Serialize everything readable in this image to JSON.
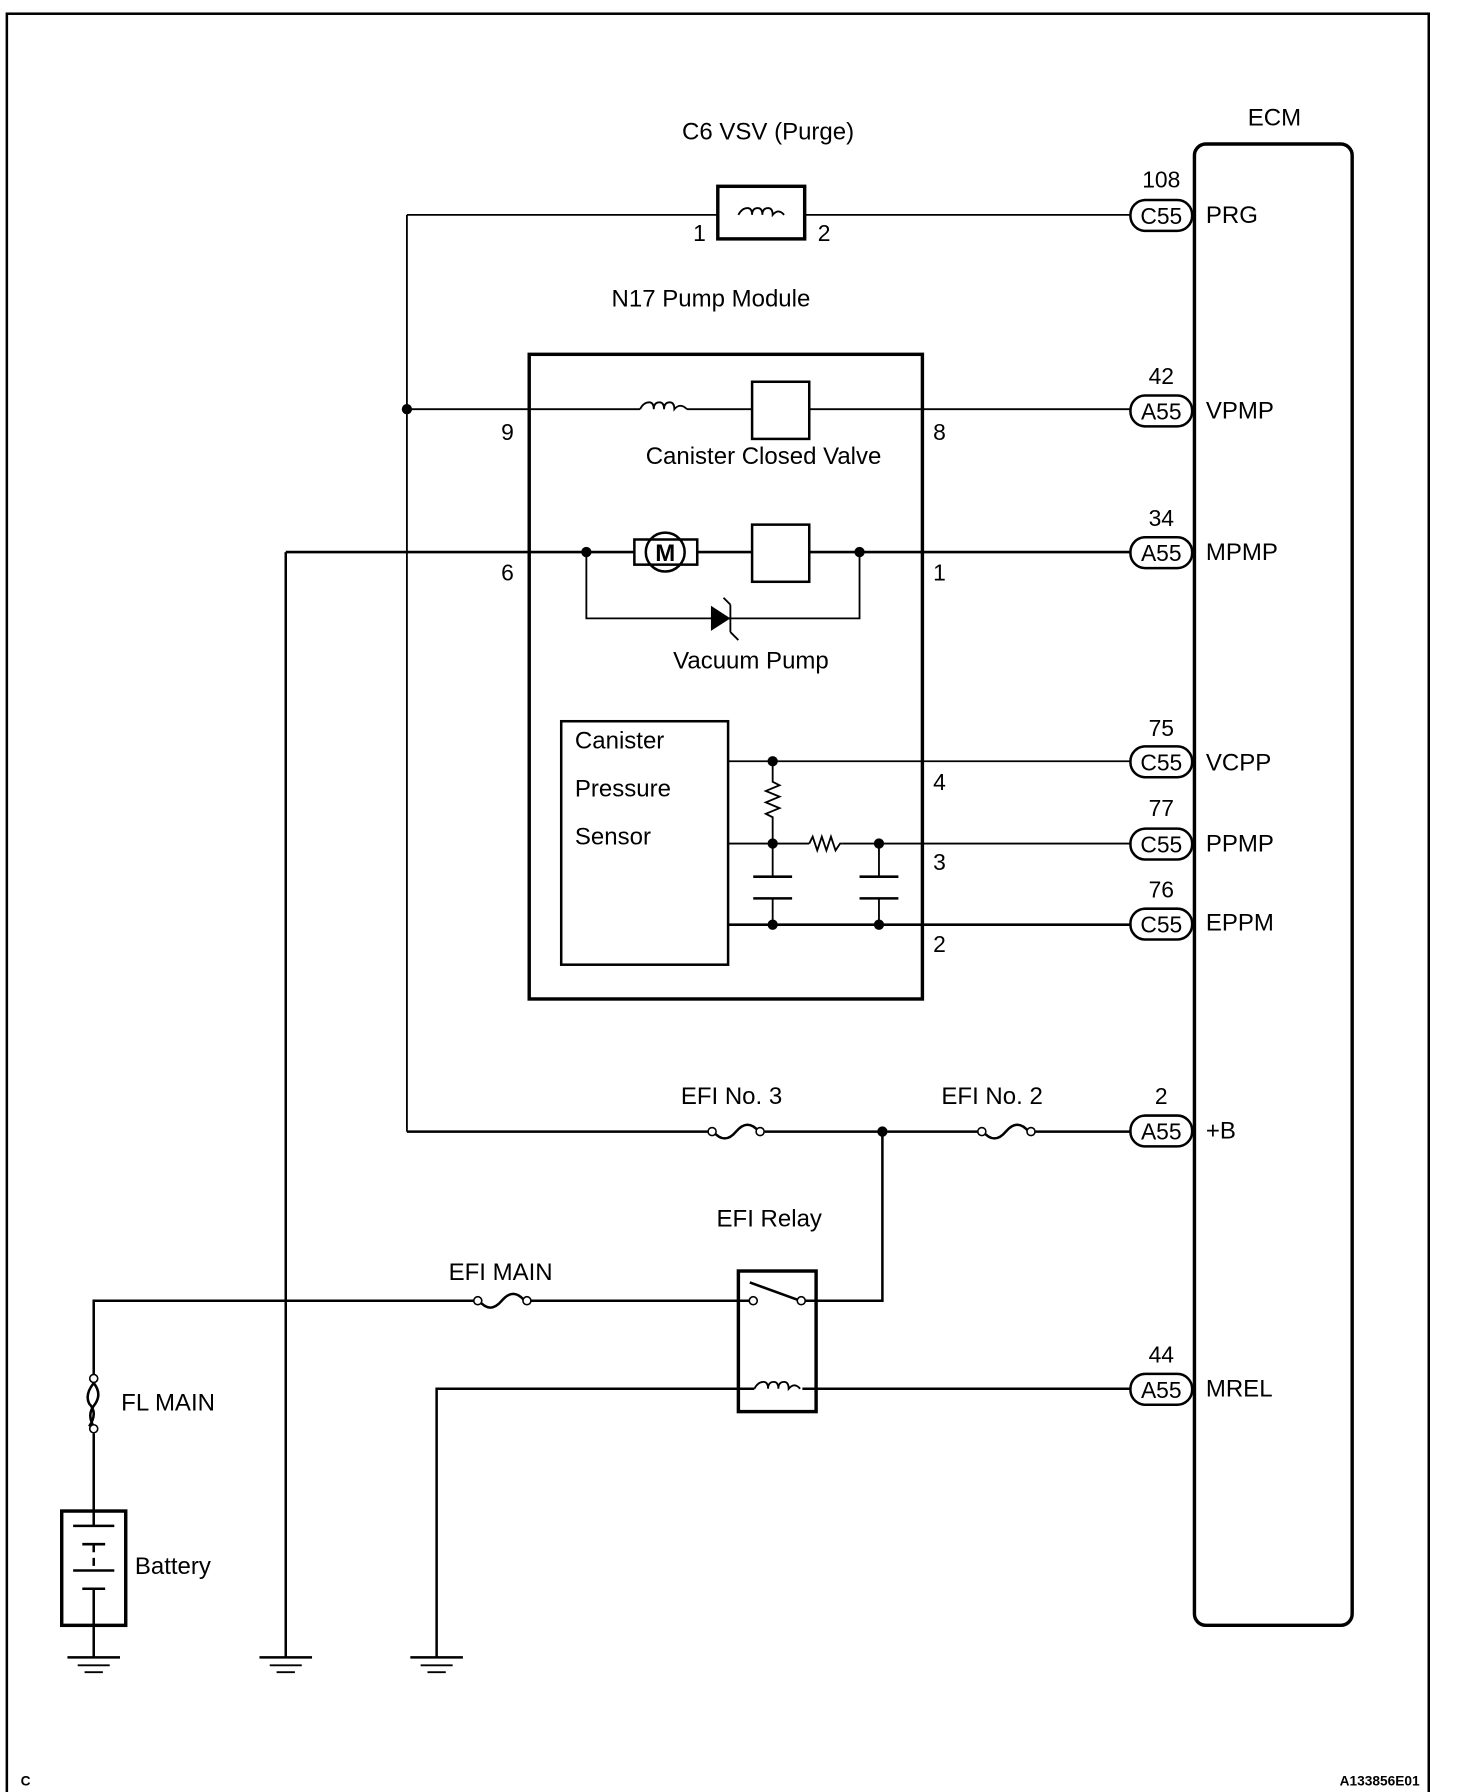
{
  "diagram": {
    "corner_label": "C",
    "figure_id": "A133856E01",
    "ecm": {
      "label": "ECM",
      "terminals": [
        {
          "pin": "108",
          "connector": "C55",
          "name": "PRG"
        },
        {
          "pin": "42",
          "connector": "A55",
          "name": "VPMP"
        },
        {
          "pin": "34",
          "connector": "A55",
          "name": "MPMP"
        },
        {
          "pin": "75",
          "connector": "C55",
          "name": "VCPP"
        },
        {
          "pin": "77",
          "connector": "C55",
          "name": "PPMP"
        },
        {
          "pin": "76",
          "connector": "C55",
          "name": "EPPM"
        },
        {
          "pin": "2",
          "connector": "A55",
          "name": "+B"
        },
        {
          "pin": "44",
          "connector": "A55",
          "name": "MREL"
        }
      ]
    },
    "vsv": {
      "label": "C6 VSV (Purge)",
      "pins": [
        "1",
        "2"
      ]
    },
    "pump_module": {
      "label": "N17 Pump Module",
      "pins": [
        "9",
        "8",
        "6",
        "1",
        "4",
        "3",
        "2"
      ],
      "canister_closed_valve": "Canister Closed Valve",
      "vacuum_pump": "Vacuum Pump",
      "motor_symbol": "M",
      "sensor_lines": [
        "Canister",
        "Pressure",
        "Sensor"
      ]
    },
    "fuses": {
      "efi_no3": "EFI No. 3",
      "efi_no2": "EFI No. 2",
      "efi_main": "EFI MAIN",
      "fl_main": "FL MAIN"
    },
    "relay": {
      "label": "EFI Relay"
    },
    "battery": {
      "label": "Battery"
    }
  }
}
